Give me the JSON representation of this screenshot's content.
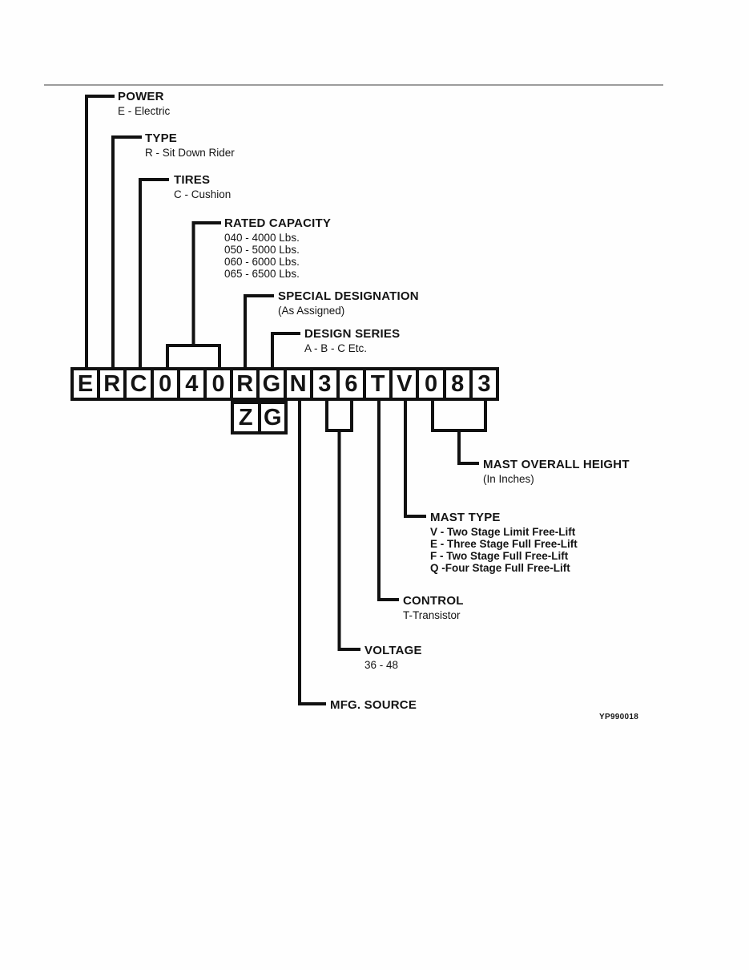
{
  "colors": {
    "background": "#fefefe",
    "line": "#111111",
    "text": "#141414",
    "top_rule": "#9c9c9c"
  },
  "figure_code": "YP990018",
  "model_code": {
    "chars": [
      "E",
      "R",
      "C",
      "0",
      "4",
      "0",
      "R",
      "G",
      "N",
      "3",
      "6",
      "T",
      "V",
      "0",
      "8",
      "3"
    ],
    "alt_row": [
      "Z",
      "G"
    ]
  },
  "callouts": {
    "power": {
      "title": "POWER",
      "lines": [
        "E - Electric"
      ]
    },
    "type": {
      "title": "TYPE",
      "lines": [
        "R - Sit Down Rider"
      ]
    },
    "tires": {
      "title": "TIRES",
      "lines": [
        "C - Cushion"
      ]
    },
    "rated_capacity": {
      "title": "RATED CAPACITY",
      "lines": [
        "040 - 4000 Lbs.",
        "050 - 5000 Lbs.",
        "060 - 6000 Lbs.",
        "065 - 6500 Lbs."
      ]
    },
    "special_designation": {
      "title": "SPECIAL DESIGNATION",
      "lines": [
        "(As Assigned)"
      ]
    },
    "design_series": {
      "title": "DESIGN SERIES",
      "lines": [
        "A - B - C  Etc."
      ]
    },
    "mast_overall_height": {
      "title": "MAST OVERALL HEIGHT",
      "lines": [
        "(In Inches)"
      ]
    },
    "mast_type": {
      "title": "MAST TYPE",
      "lines": [
        "V - Two Stage Limit Free-Lift",
        "E - Three Stage Full Free-Lift",
        "F - Two Stage Full Free-Lift",
        "Q -Four Stage Full Free-Lift"
      ]
    },
    "control": {
      "title": "CONTROL",
      "lines": [
        "T-Transistor"
      ]
    },
    "voltage": {
      "title": "VOLTAGE",
      "lines": [
        "36 - 48"
      ]
    },
    "mfg_source": {
      "title": "MFG. SOURCE",
      "lines": []
    }
  }
}
